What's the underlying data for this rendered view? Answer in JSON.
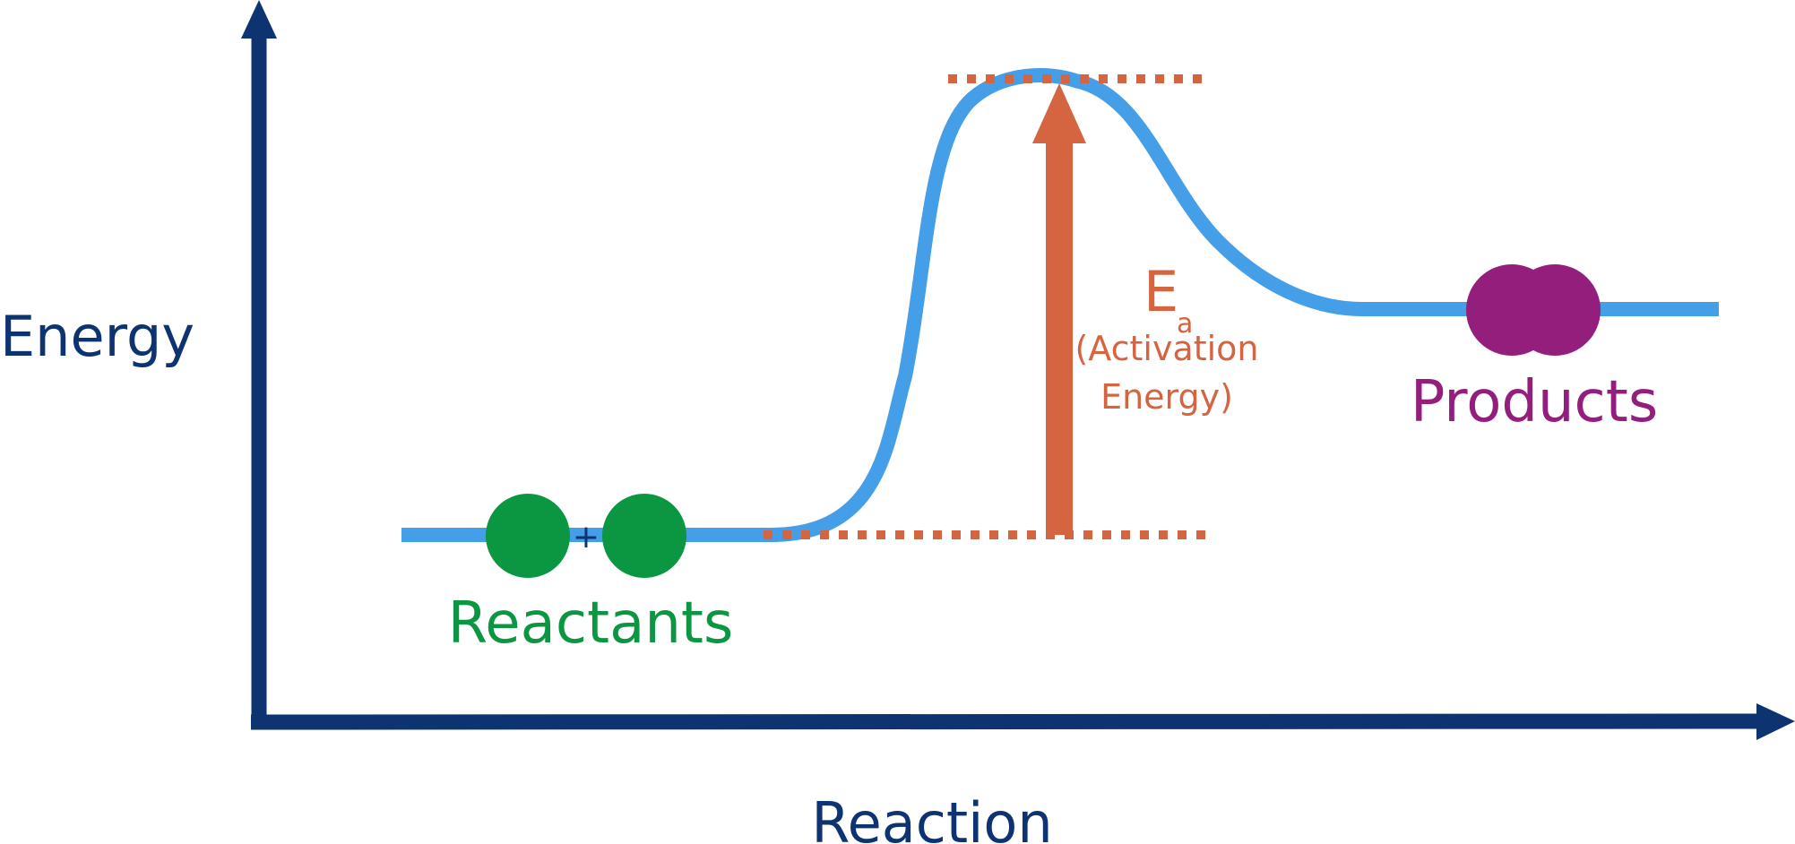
{
  "axes": {
    "y_label": "Energy",
    "x_label": "Reaction"
  },
  "reactants": {
    "label": "Reactants",
    "plus": "+"
  },
  "products": {
    "label": "Products"
  },
  "activation_energy": {
    "symbol": "E",
    "subscript": "a",
    "description_line1": "(Activation",
    "description_line2": "Energy)"
  },
  "colors": {
    "axis": "#0d3370",
    "curve": "#449ee8",
    "activation": "#d46540",
    "reactant": "#0b9642",
    "product": "#931e7c"
  }
}
